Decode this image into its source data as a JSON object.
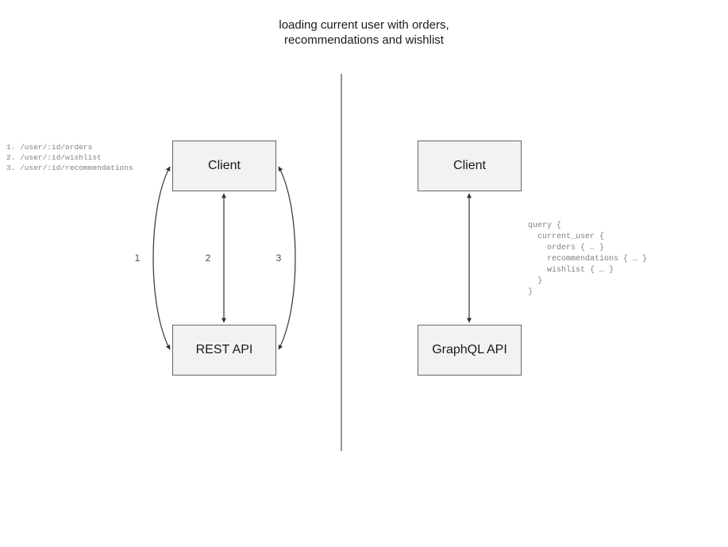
{
  "title": "loading current user with orders,\nrecommendations and wishlist",
  "divider": {
    "orientation": "vertical",
    "color": "#666666"
  },
  "colors": {
    "node_fill": "#f2f2f2",
    "node_stroke": "#666666",
    "edge_stroke": "#333333",
    "code_text": "#808080",
    "title_text": "#1a1a1a"
  },
  "left_panel": {
    "name": "rest-approach",
    "nodes": [
      {
        "id": "client-rest",
        "label": "Client"
      },
      {
        "id": "rest-api",
        "label": "REST API"
      }
    ],
    "edges": [
      {
        "id": "1",
        "label": "1",
        "shape": "curve-left",
        "direction": "bidirectional"
      },
      {
        "id": "2",
        "label": "2",
        "shape": "straight",
        "direction": "bidirectional"
      },
      {
        "id": "3",
        "label": "3",
        "shape": "curve-right",
        "direction": "bidirectional"
      }
    ],
    "endpoints_text": "1. /user/:id/orders\n2. /user/:id/wishlist\n3. /user/:id/recommendations"
  },
  "right_panel": {
    "name": "graphql-approach",
    "nodes": [
      {
        "id": "client-gql",
        "label": "Client"
      },
      {
        "id": "graphql-api",
        "label": "GraphQL API"
      }
    ],
    "edges": [
      {
        "id": "gql-1",
        "label": "",
        "shape": "straight",
        "direction": "bidirectional"
      }
    ],
    "query_text": "query {\n  current_user {\n    orders { … }\n    recommendations { … }\n    wishlist { … }\n  }\n}"
  }
}
